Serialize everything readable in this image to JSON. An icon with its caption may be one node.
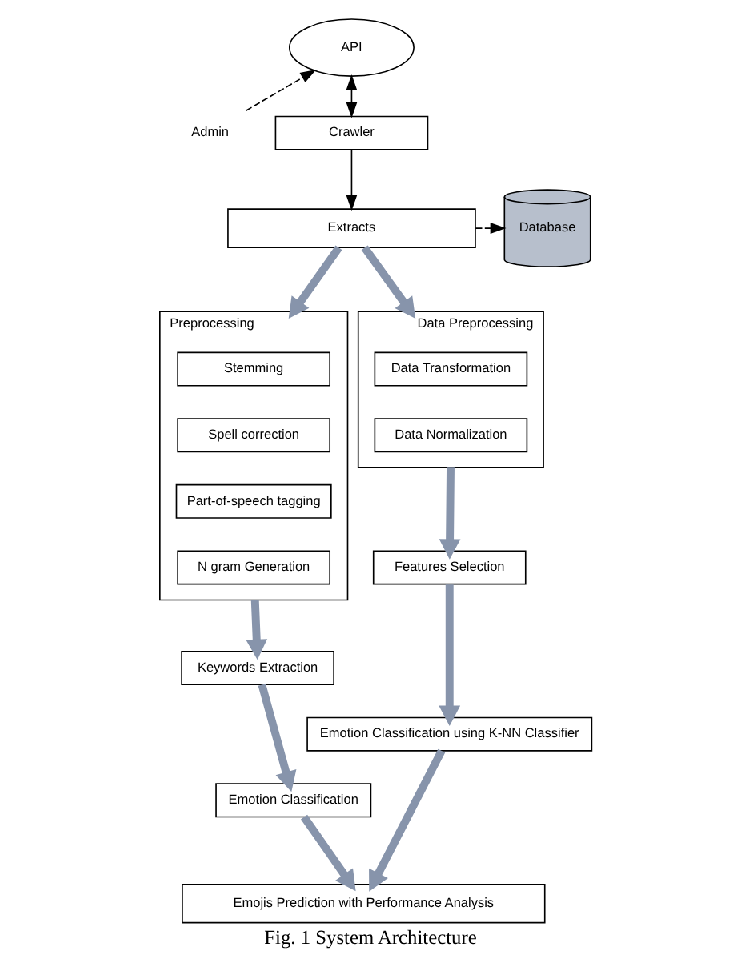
{
  "diagram": {
    "caption": "Fig. 1 System Architecture",
    "nodes": [
      {
        "text": [
          "Admin"
        ]
      },
      {
        "text": [
          "API"
        ]
      },
      {
        "text": [
          "Crawler"
        ]
      },
      {
        "text": [
          "Database"
        ]
      },
      {
        "text": [
          "Extracts"
        ]
      },
      {
        "text": [
          "Preprocessing"
        ]
      },
      {
        "text": [
          "Stemming"
        ],
        "in": 5
      },
      {
        "text": [
          "Spell correction"
        ],
        "in": 5
      },
      {
        "text": [
          "Part-of-speech tagging"
        ],
        "in": 5
      },
      {
        "text": [
          "N gram Generation"
        ],
        "in": 5
      },
      {
        "text": [
          "Data Preprocessing"
        ]
      },
      {
        "text": [
          "Data Transformation"
        ],
        "in": 10
      },
      {
        "text": [
          "Data Normalization"
        ],
        "in": 10
      },
      {
        "text": [
          "Keywords Extraction"
        ]
      },
      {
        "text": [
          "Features Selection"
        ]
      },
      {
        "text": [
          "Emotion Classification"
        ]
      },
      {
        "text": [
          "Emotion Classification using K-NN Classifier"
        ]
      },
      {
        "text": [
          "Emojis Prediction with Performance Analysis"
        ]
      }
    ],
    "edges": [
      {
        "from": 0,
        "to": 1,
        "arrow": "to",
        "style": "dashed",
        "color": "#000000"
      },
      {
        "from": 1,
        "to": 2,
        "arrow": "both",
        "color": "#000000"
      },
      {
        "from": 2,
        "to": 4,
        "arrow": "to",
        "color": "#000000"
      },
      {
        "from": 4,
        "to": 3,
        "arrow": "to",
        "style": "dashed",
        "color": "#000000"
      },
      {
        "from": 4,
        "to": 5,
        "arrow": "to"
      },
      {
        "from": 4,
        "to": 10,
        "arrow": "to"
      },
      {
        "from": 5,
        "to": 13,
        "arrow": "to"
      },
      {
        "from": 13,
        "to": 15,
        "arrow": "to"
      },
      {
        "from": 15,
        "to": 17,
        "arrow": "to"
      },
      {
        "from": 10,
        "to": 14,
        "arrow": "to"
      },
      {
        "from": 14,
        "to": 16,
        "arrow": "to"
      },
      {
        "from": 16,
        "to": 17,
        "arrow": "to"
      }
    ]
  }
}
